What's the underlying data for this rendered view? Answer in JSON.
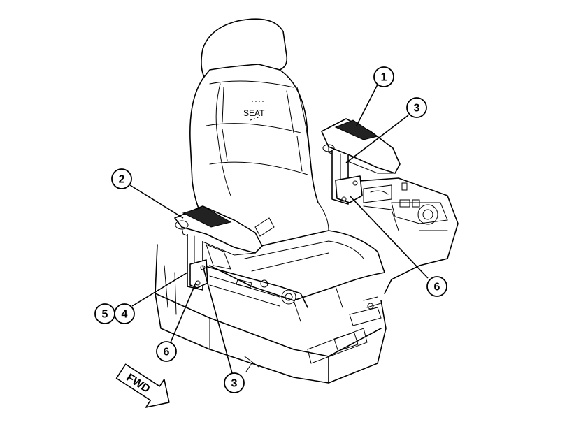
{
  "diagram": {
    "seat_label": "SEAT",
    "direction_label": "FWD",
    "callouts": [
      {
        "id": "c1",
        "label": "1"
      },
      {
        "id": "c2",
        "label": "2"
      },
      {
        "id": "c3a",
        "label": "3"
      },
      {
        "id": "c3b",
        "label": "3"
      },
      {
        "id": "c4",
        "label": "4"
      },
      {
        "id": "c5",
        "label": "5"
      },
      {
        "id": "c6a",
        "label": "6"
      },
      {
        "id": "c6b",
        "label": "6"
      }
    ]
  }
}
